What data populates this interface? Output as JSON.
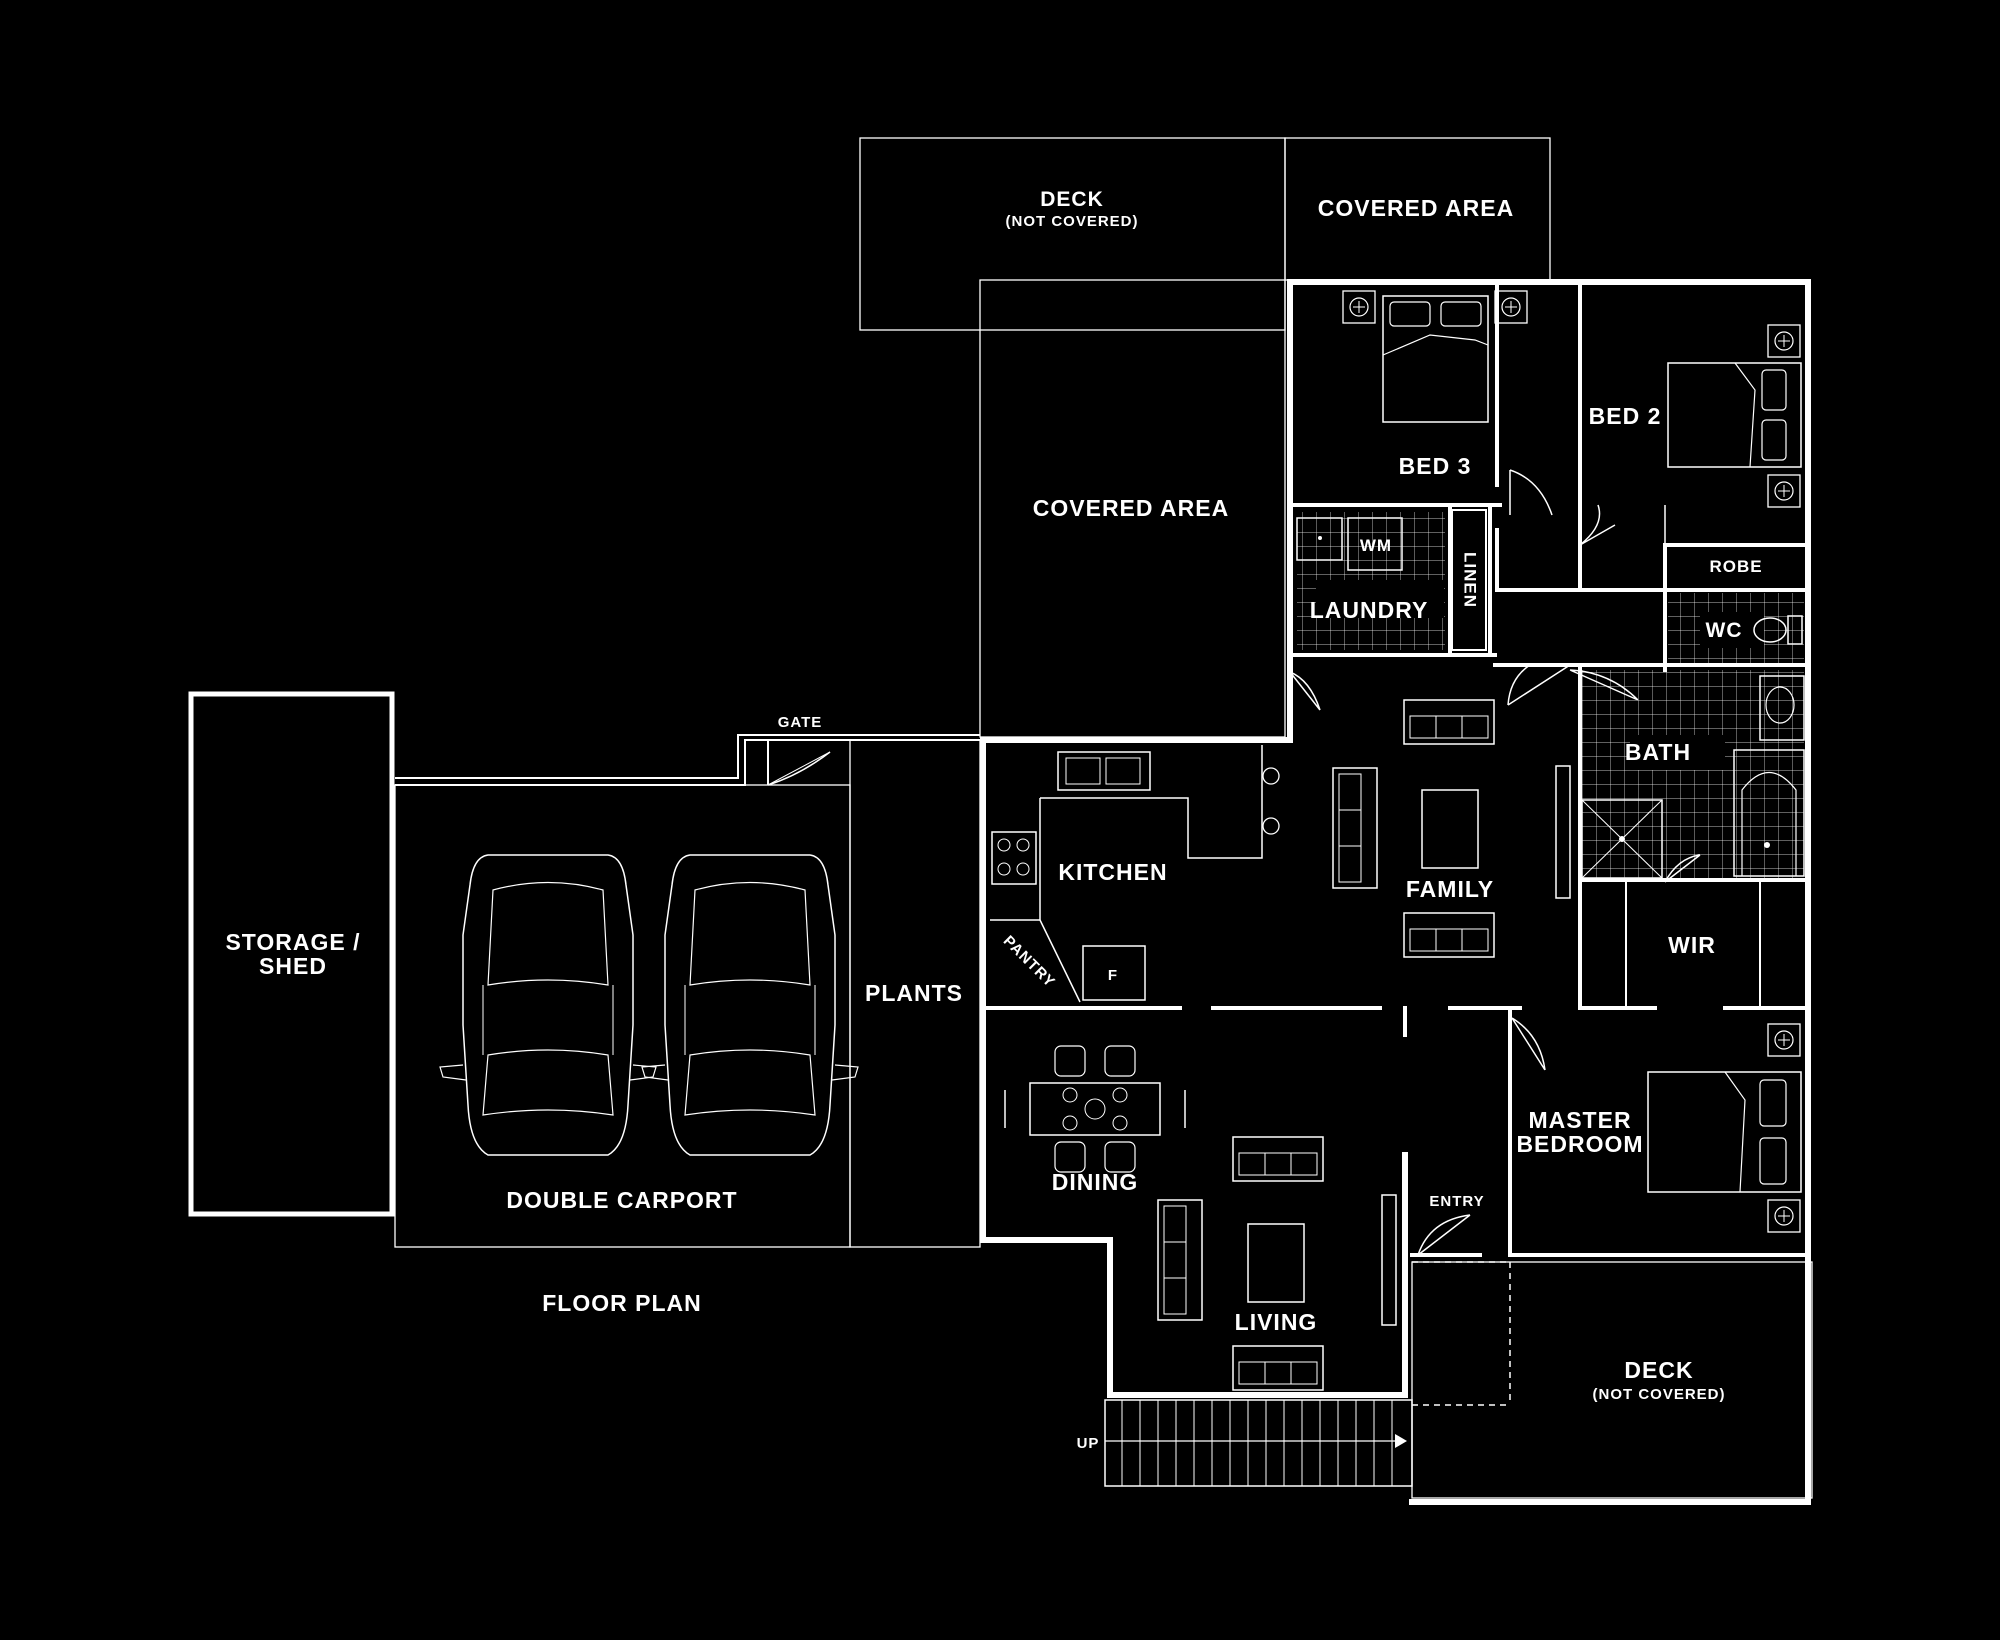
{
  "colors": {
    "background": "#000000",
    "line": "#ffffff"
  },
  "plan_title": "FLOOR PLAN",
  "rooms": {
    "deck_top": "DECK",
    "deck_top_note": "(NOT COVERED)",
    "covered_area_top": "COVERED AREA",
    "covered_area_main": "COVERED AREA",
    "bed3": "BED 3",
    "bed2": "BED 2",
    "robe": "ROBE",
    "wm": "WM",
    "laundry": "LAUNDRY",
    "linen": "LINEN",
    "wc": "WC",
    "bath": "BATH",
    "kitchen": "KITCHEN",
    "family": "FAMILY",
    "wir": "WIR",
    "pantry": "PANTRY",
    "fridge": "F",
    "plants": "PLANTS",
    "storage_line1": "STORAGE /",
    "storage_line2": "SHED",
    "double_carport": "DOUBLE CARPORT",
    "gate": "GATE",
    "dining": "DINING",
    "master_line1": "MASTER",
    "master_line2": "BEDROOM",
    "entry": "ENTRY",
    "living": "LIVING",
    "deck_bottom": "DECK",
    "deck_bottom_note": "(NOT COVERED)",
    "up": "UP"
  }
}
